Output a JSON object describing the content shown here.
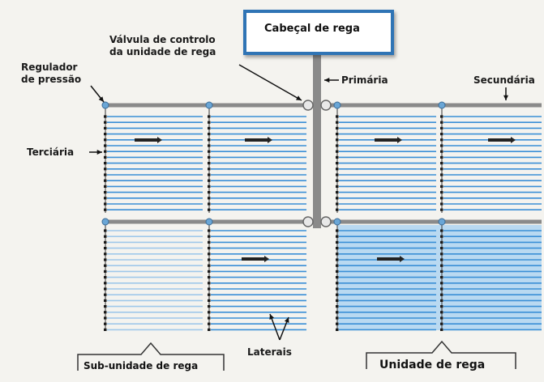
{
  "labels": {
    "header": "Cabeçal de rega",
    "control_valve_line1": "Válvula de controlo",
    "control_valve_line2": "da unidade de rega",
    "pressure_reg_line1": "Regulador",
    "pressure_reg_line2": "de pressão",
    "primary": "Primária",
    "secondary": "Secundária",
    "tertiary": "Terciária",
    "laterals": "Laterais",
    "subunit": "Sub-unidade de rega",
    "unit": "Unidade de rega"
  },
  "colors": {
    "pipe_main": "#8a8a8a",
    "lateral": "#3a8fd6",
    "lateral_light": "#9fc8ea",
    "unit_fill": "#b9d9f1",
    "header_border": "#2f74b5"
  }
}
